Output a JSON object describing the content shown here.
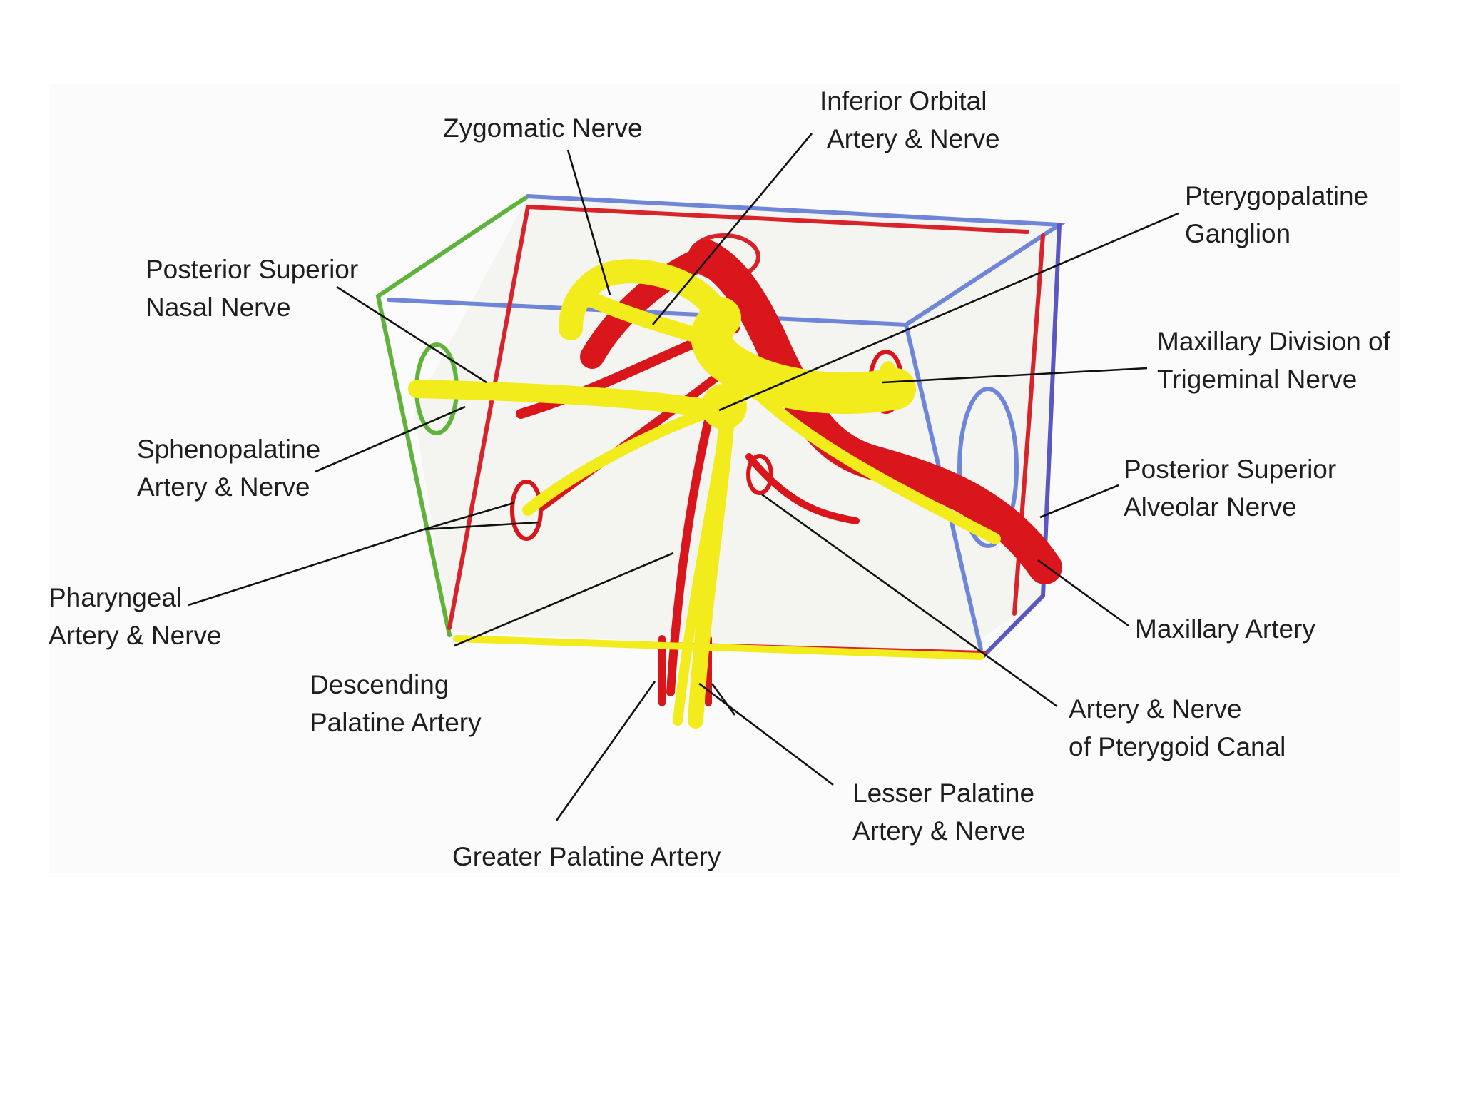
{
  "labels": {
    "zygomatic": [
      "Zygomatic Nerve"
    ],
    "inferior_orbital": [
      "Inferior Orbital",
      "Artery & Nerve"
    ],
    "pterygopalatine_ganglion": [
      "Pterygopalatine",
      "Ganglion"
    ],
    "posterior_superior_nasal": [
      "Posterior Superior",
      "Nasal Nerve"
    ],
    "maxillary_division": [
      "Maxillary Division of",
      "Trigeminal Nerve"
    ],
    "sphenopalatine": [
      "Sphenopalatine",
      "Artery & Nerve"
    ],
    "posterior_superior_alveolar": [
      "Posterior Superior",
      "Alveolar Nerve"
    ],
    "pharyngeal": [
      "Pharyngeal",
      "Artery & Nerve"
    ],
    "maxillary_artery": [
      "Maxillary Artery"
    ],
    "descending_palatine": [
      "Descending",
      "Palatine Artery"
    ],
    "pterygoid_canal": [
      "Artery & Nerve",
      "of Pterygoid Canal"
    ],
    "lesser_palatine": [
      "Lesser Palatine",
      "Artery & Nerve"
    ],
    "greater_palatine": [
      "Greater Palatine Artery"
    ]
  },
  "colors": {
    "nerve": "#f2ec1c",
    "artery": "#d9161c",
    "box_green": "#5fb33a",
    "box_blue": "#6f86d8",
    "box_red": "#d8232a",
    "leader": "#111111"
  }
}
